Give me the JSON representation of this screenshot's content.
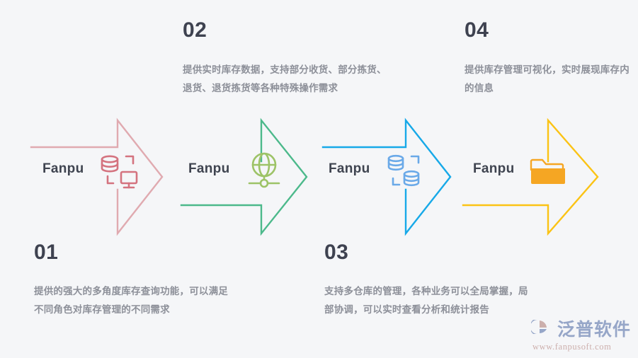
{
  "background_color": "#f5f6f8",
  "steps": [
    {
      "number": "01",
      "label": "Fanpu",
      "description": "提供的强大的多角度库存查询功能，可以满足不同角色对库存管理的不同需求",
      "arrow_color": "#e0aab0",
      "icon_color": "#d4737f",
      "icon_name": "database-monitor-icon"
    },
    {
      "number": "02",
      "label": "Fanpu",
      "description": "提供实时库存数据，支持部分收货、部分拣货、退货、退货拣货等各种特殊操作需求",
      "arrow_color": "#4cb98b",
      "icon_color": "#9dc367",
      "icon_name": "globe-network-icon"
    },
    {
      "number": "03",
      "label": "Fanpu",
      "description": "支持多仓库的管理，各种业务可以全局掌握，局部协调，可以实时查看分析和统计报告",
      "arrow_color": "#17a9e8",
      "icon_color": "#6aa9e8",
      "icon_name": "dual-database-icon"
    },
    {
      "number": "04",
      "label": "Fanpu",
      "description": "提供库存管理可视化，实时展现库存内的信息",
      "arrow_color": "#fbc315",
      "icon_color": "#f5a623",
      "icon_name": "folder-icon"
    }
  ],
  "watermark": {
    "brand": "泛普软件",
    "url": "www.fanpusoft.com",
    "logo_name": "fanpu-logo-icon",
    "brand_color": "#8fa0c4",
    "url_color": "#c9a9a6"
  },
  "colors": {
    "number_color": "#3e4250",
    "description_color": "#8d9099",
    "label_color": "#3f4450"
  }
}
